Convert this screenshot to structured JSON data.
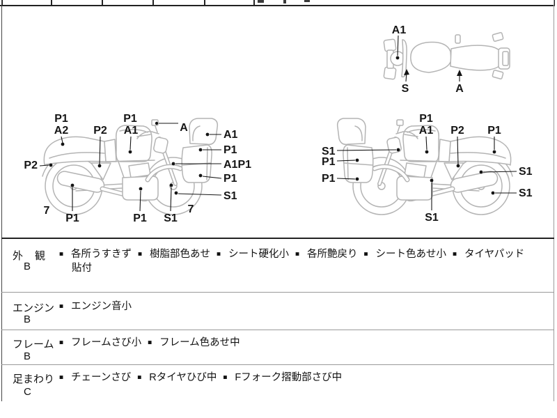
{
  "sheet": {
    "bullet": "■",
    "condition_table": {
      "rows": [
        {
          "category": "外　観",
          "grade": "B",
          "items": [
            "各所うすきず",
            "樹脂部色あせ",
            "シート硬化小",
            "各所艶戻り",
            "シート色あせ小",
            "タイヤパッド貼付"
          ]
        },
        {
          "category": "エンジン",
          "grade": "B",
          "items": [
            "エンジン音小"
          ]
        },
        {
          "category": "フレーム",
          "grade": "B",
          "items": [
            "フレームさび小",
            "フレーム色あせ中"
          ]
        },
        {
          "category": "足まわり",
          "grade": "C",
          "items": [
            "チェーンさび",
            "Rタイヤひび中",
            "Fフォーク摺動部さび中"
          ]
        }
      ]
    },
    "diagrams": {
      "top_view": {
        "labels": {
          "a1": "A1",
          "s": "S",
          "a": "A"
        }
      },
      "left_view": {
        "labels": {
          "p1_tail": "P1",
          "a2_tail": "A2",
          "p2_seat": "P2",
          "p1_tank": "P1",
          "a1_tank": "A1",
          "a_mirror": "A",
          "p2_rear_fender": "P2",
          "seven_rear": "7",
          "p1_muffler": "P1",
          "p1_exhaust": "P1",
          "s1_front_wheel": "S1",
          "seven_front": "7",
          "a1_screen": "A1",
          "p1_screen_upper": "P1",
          "a1p1_front_fender": "A1P1",
          "p1_screen_lower": "P1",
          "s1_front_tire": "S1"
        }
      },
      "right_view": {
        "labels": {
          "p1_tank": "P1",
          "a1_tank": "A1",
          "p2_seat": "P2",
          "p1_tail": "P1",
          "s1_handlebar": "S1",
          "p1_screen_upper": "P1",
          "p1_screen_lower": "P1",
          "s1_rear_shock": "S1",
          "s1_rear_wheel": "S1",
          "s1_engine": "S1"
        }
      }
    }
  }
}
